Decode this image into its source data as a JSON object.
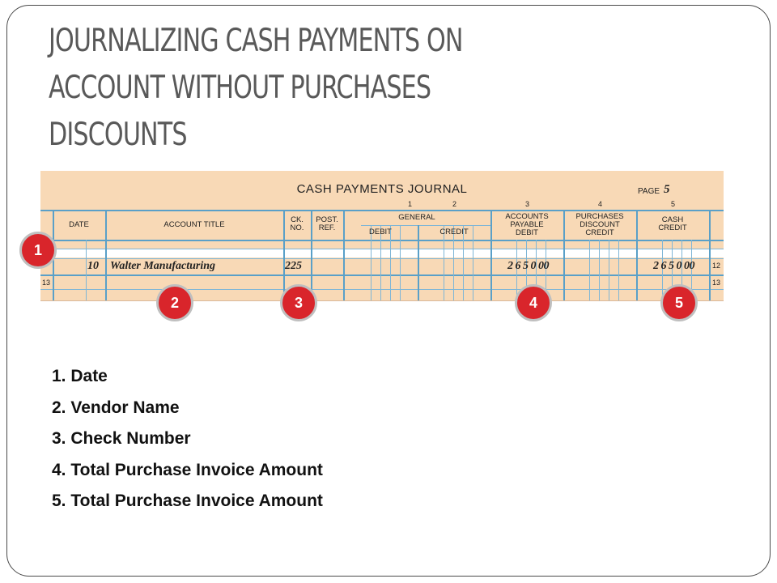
{
  "slide": {
    "title_lines": [
      "JOURNALIZING CASH PAYMENTS ON",
      "ACCOUNT WITHOUT PURCHASES",
      "DISCOUNTS"
    ]
  },
  "journal": {
    "title": "CASH PAYMENTS JOURNAL",
    "page_label": "PAGE",
    "page_number": "5",
    "column_numbers": [
      "1",
      "2",
      "3",
      "4",
      "5"
    ],
    "headers": {
      "date": "DATE",
      "account_title": "ACCOUNT TITLE",
      "ck_no": [
        "CK.",
        "NO."
      ],
      "post_ref": [
        "POST.",
        "REF."
      ],
      "general": "GENERAL",
      "general_debit": "DEBIT",
      "general_credit": "CREDIT",
      "accounts_payable": [
        "ACCOUNTS",
        "PAYABLE",
        "DEBIT"
      ],
      "purchases_discount": [
        "PURCHASES",
        "DISCOUNT",
        "CREDIT"
      ],
      "cash": [
        "CASH",
        "CREDIT"
      ]
    },
    "entry": {
      "day": "10",
      "account_title": "Walter Manufacturing",
      "check_no": "225",
      "accounts_payable_debit": "2 6 5 0 00",
      "cash_credit": "2 6 5 0 00",
      "row_number": "12"
    },
    "next_row_number": "13"
  },
  "markers": [
    "1",
    "2",
    "3",
    "4",
    "5"
  ],
  "legend": [
    "1. Date",
    "2. Vendor Name",
    "3. Check Number",
    "4. Total Purchase Invoice Amount",
    "5. Total Purchase Invoice Amount"
  ],
  "colors": {
    "journal_paper": "#f8d9b6",
    "rule_lines": "#7fb6d6",
    "marker_red": "#d9252b",
    "title_gray": "#595959"
  }
}
